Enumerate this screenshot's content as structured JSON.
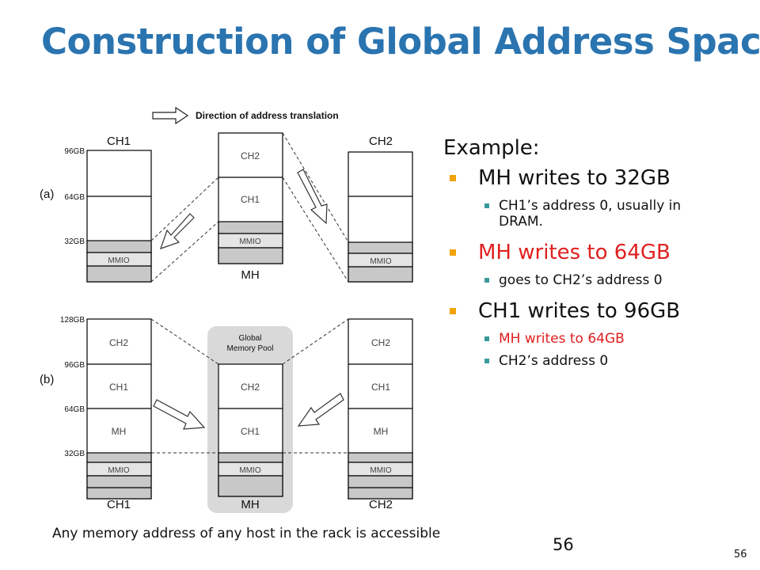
{
  "slide": {
    "title": "Construction of Global Address Space",
    "note": "Any memory address of any host in the rack is accessible",
    "page_number": "56",
    "page_number_corner": "56"
  },
  "figure": {
    "legend": "Direction of address translation",
    "part_a": {
      "label": "(a)",
      "left_title": "CH1",
      "right_title": "CH2",
      "center_caption": "MH",
      "left_ticks": [
        "96GB",
        "64GB",
        "32GB"
      ],
      "center_labels": [
        "CH2",
        "CH1",
        "MMIO"
      ],
      "side_mmio": "MMIO"
    },
    "part_b": {
      "label": "(b)",
      "ticks": [
        "128GB",
        "96GB",
        "64GB",
        "32GB"
      ],
      "left_labels": [
        "CH2",
        "CH1",
        "MH",
        "MMIO"
      ],
      "center_labels": [
        "CH2",
        "CH1",
        "MMIO"
      ],
      "right_labels": [
        "CH2",
        "CH1",
        "MH",
        "MMIO"
      ],
      "pool_label_1": "Global",
      "pool_label_2": "Memory Pool",
      "left_caption": "CH1",
      "center_caption": "MH",
      "right_caption": "CH2"
    }
  },
  "bullets": {
    "example": "Example:",
    "item1": "MH writes to 32GB",
    "item1_sub": "CH1’s address 0, usually in DRAM.",
    "item2": "MH writes to 64GB",
    "item2_sub": "goes to CH2’s address 0",
    "item3": "CH1 writes to 96GB",
    "item3_sub1": "MH writes to 64GB",
    "item3_sub2": "CH2’s address 0"
  },
  "colors": {
    "title": "#2a74b0",
    "orange_bullet": "#f0a30a",
    "teal_bullet": "#3a9a9a",
    "red_text": "#e02020"
  }
}
